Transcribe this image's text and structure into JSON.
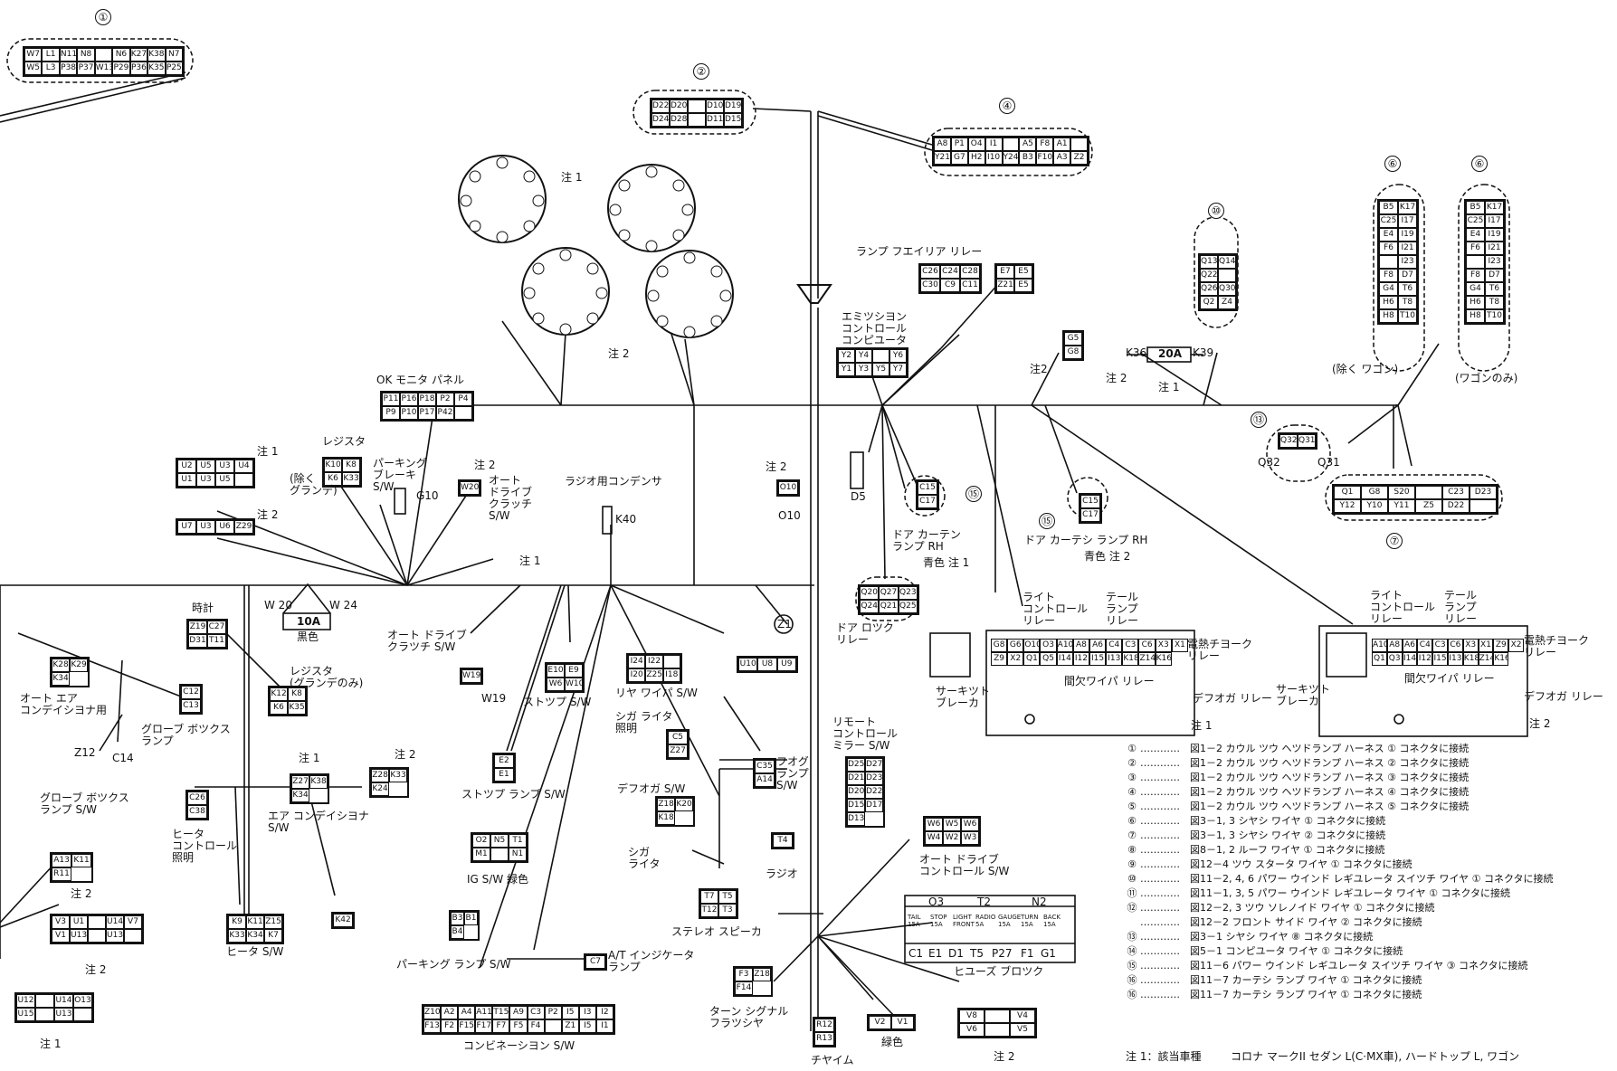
{
  "callouts": {
    "c1": "①",
    "c2": "②",
    "c4": "④",
    "c6a": "⑥",
    "c6b": "⑥",
    "c7": "⑦",
    "c10": "⑩",
    "c13": "⑬",
    "c15a": "⑮",
    "c15b": "⑮"
  },
  "connectors": {
    "conn1": [
      "W7",
      "L1",
      "N11",
      "N8",
      "",
      "N6",
      "K27",
      "K38",
      "N7",
      "W5",
      "L3",
      "P38",
      "P37",
      "W13",
      "P29",
      "P36",
      "K35",
      "P25"
    ],
    "conn2": [
      "D22",
      "D20",
      "",
      "D10",
      "D19",
      "D24",
      "D28",
      "",
      "D11",
      "D15"
    ],
    "conn4": [
      "A8",
      "P1",
      "O4",
      "I1",
      "",
      "A5",
      "F8",
      "A1",
      "",
      "Y21",
      "G7",
      "H2",
      "I10",
      "Y24",
      "B3",
      "F10",
      "A3",
      "Z2"
    ],
    "conn6a": [
      "B5",
      "K17",
      "C25",
      "I17",
      "E4",
      "I19",
      "F6",
      "I21",
      "",
      "I23",
      "F8",
      "D7",
      "G4",
      "T6",
      "H6",
      "T8",
      "H8",
      "T10"
    ],
    "conn6b": [
      "B5",
      "K17",
      "C25",
      "I17",
      "E4",
      "I19",
      "F6",
      "I21",
      "",
      "I23",
      "F8",
      "D7",
      "G4",
      "T6",
      "H6",
      "T8",
      "H8",
      "T10"
    ],
    "conn10": [
      "Q13",
      "Q14",
      "Q22",
      "",
      "Q26",
      "Q30",
      "Q2",
      "Z4"
    ],
    "conn7": [
      "Q1",
      "G8",
      "S20",
      "",
      "C23",
      "D23",
      "Y12",
      "Y10",
      "Y11",
      "Z5",
      "D22",
      ""
    ],
    "ok_panel": [
      "P11",
      "P16",
      "P18",
      "P2",
      "P4",
      "P9",
      "P10",
      "P17",
      "P42",
      ""
    ],
    "lamp_failure": [
      "C26",
      "C24",
      "C28",
      "C30",
      "C9",
      "C11"
    ],
    "lamp_failure2": [
      "E7",
      "E5",
      "Z21",
      "E5"
    ],
    "emission": [
      "Y2",
      "Y4",
      "",
      "Y6",
      "Y1",
      "Y3",
      "Y5",
      "Y7"
    ],
    "left_a": [
      "U2",
      "U5",
      "U3",
      "U4",
      "U1",
      "U3",
      "U5",
      ""
    ],
    "left_b": [
      "U7",
      "U3",
      "U6",
      "Z29"
    ],
    "register": [
      "K10",
      "K8",
      "K6",
      "K33"
    ],
    "clock": [
      "Z19",
      "C27",
      "D31",
      "T11"
    ],
    "k28": [
      "K28",
      "K29",
      "K34"
    ],
    "c12": [
      "C12",
      "C13"
    ],
    "register2": [
      "K12",
      "K8",
      "K6",
      "K35"
    ],
    "a13": [
      "A13",
      "K11",
      "R11"
    ],
    "v3": [
      "V3",
      "U1",
      "",
      "U14",
      "V7",
      "V1",
      "U13",
      "",
      "U13",
      ""
    ],
    "u12": [
      "U12",
      "",
      "U14",
      "O13",
      "U15",
      "",
      "U13",
      ""
    ],
    "ac": [
      "Z27",
      "K38",
      "K34"
    ],
    "z28": [
      "Z28",
      "K33",
      "K24"
    ],
    "heater": [
      "C26",
      "C38"
    ],
    "heater_sw": [
      "K9",
      "K11",
      "Z15",
      "K33",
      "K34",
      "K7"
    ],
    "k42": [
      "K42"
    ],
    "w19": [
      "W19"
    ],
    "stop_sw": [
      "E10",
      "E9",
      "W6",
      "W10"
    ],
    "stop_lamp": [
      "E2",
      "E1"
    ],
    "ig_sw": [
      "O2",
      "N5",
      "T1",
      "M1",
      "",
      "N1"
    ],
    "park_lamp": [
      "B3",
      "B1",
      "B4"
    ],
    "combination": [
      "Z10",
      "A2",
      "A4",
      "A11",
      "T15",
      "A9",
      "C3",
      "P2",
      "I5",
      "I3",
      "I2",
      "F13",
      "F2",
      "F15",
      "F17",
      "F7",
      "F5",
      "F4",
      "",
      "Z1",
      "I5",
      "I1"
    ],
    "rear_wiper": [
      "I24",
      "I22",
      "",
      "I20",
      "Z25",
      "I18"
    ],
    "u10": [
      "U10",
      "U8",
      "U9"
    ],
    "c5": [
      "C5",
      "Z27"
    ],
    "defog_sw": [
      "Z18",
      "K20",
      "K18"
    ],
    "fog_sw": [
      "C35",
      "A14"
    ],
    "t4": [
      "T4"
    ],
    "speaker": [
      "T7",
      "T5",
      "T12",
      "T3"
    ],
    "c7b": [
      "C7"
    ],
    "turn_sig": [
      "F3",
      "Z18",
      "F14"
    ],
    "chime": [
      "R12",
      "R13"
    ],
    "green": [
      "V2",
      "V1"
    ],
    "v8": [
      "V8",
      "",
      "V4",
      "V6",
      "",
      "V5"
    ],
    "mirror": [
      "D25",
      "D27",
      "D21",
      "D23",
      "D20",
      "D22",
      "D15",
      "D17",
      "D13"
    ],
    "overdrive_ctl": [
      "W6",
      "W5",
      "W6",
      "W4",
      "W2",
      "W3"
    ],
    "door_lock": [
      "Q20",
      "Q27",
      "Q23",
      "Q24",
      "Q21",
      "Q25"
    ],
    "c15a": [
      "C15",
      "C17"
    ],
    "c15b": [
      "C15",
      "C17"
    ],
    "g5": [
      "G5",
      "G8"
    ],
    "q31": [
      "Q32",
      "Q31"
    ],
    "o10": [
      "O10"
    ],
    "w20": [
      "W20"
    ]
  },
  "labels": {
    "note1_top": "注 1",
    "note2_mid": "注 2",
    "ok_monitor": "OK モニタ パネル",
    "lamp_failure_relay": "ランプ フエイリア リレー",
    "emission_ecu": "エミツシヨン\nコントロール\nコンピユータ",
    "k36": "K36",
    "fuse20a": "20A",
    "k39": "K39",
    "note2_a": "注 2",
    "note1_a": "注 1",
    "note2_b": "注2",
    "exc_wagon": "(除く ワゴン)",
    "wagon_only": "(ワゴンのみ)",
    "q32": "Q32",
    "q31": "Q31",
    "note1_l1": "注 1",
    "note2_l2": "注 2",
    "register": "レジスタ",
    "exc_grande": "(除く\nグランデ)",
    "parking_brake": "パーキング\nブレーキ\nS/W",
    "g10": "G10",
    "note2_od": "注 2",
    "overdrive_clutch": "オート\nドライブ\nクラッチ\nS/W",
    "note1_w": "注 1",
    "radio_cond": "ラジオ用コンデンサ",
    "k40": "K40",
    "note2_relay": "注 2",
    "o10_lbl": "O10",
    "d5": "D5",
    "door_courtesy_rh": "ドア カーテン\nランプ RH",
    "blue_note1": "青色 注 1",
    "door_courtesy_rh2": "ドア カーテシ ランプ RH",
    "blue_note2": "青色 注 2",
    "door_lock_relay": "ドア ロツク\nリレー",
    "w20": "W 20",
    "w24": "W 24",
    "fuse10a": "10A",
    "black": "黒色",
    "z1": "Z1",
    "clock": "時計",
    "register_grande": "レジスタ\n(グランデのみ)",
    "auto_ac": "オート エア\nコンデイシヨナ用",
    "glovebox_lamp": "グローブ ボツクス\nランプ",
    "z12": "Z12",
    "c14": "C14",
    "glovebox_sw": "グローブ ボツクス\nランプ S/W",
    "od_clutch_sw": "オート ドライブ\nクラツチ S/W",
    "w19": "W19",
    "stop_sw": "ストツプ S/W",
    "rear_wiper": "リヤ ワイパ S/W",
    "cigar_light": "シガ ライタ\n照明",
    "defog_sw": "デフオガ S/W",
    "fog_lamp_sw": "フオグ\nランプ\nS/W",
    "cigar_lighter": "シガ\nライタ",
    "radio": "ラジオ",
    "stereo_speaker": "ステレオ スピーカ",
    "note1_ac": "注 1",
    "note2_ac": "注 2",
    "heater_ctrl_light": "ヒータ\nコントロール\n照明",
    "aircon_sw": "エア コンデイシヨナ\nS/W",
    "stop_lamp_sw": "ストツプ ランプ S/W",
    "ig_sw": "IG S/W 緑色",
    "heater_sw": "ヒータ S/W",
    "parking_lamp_sw": "パーキング ランプ S/W",
    "at_indicator": "A/T インジケータ\nランプ",
    "combination_sw": "コンビネーシヨン S/W",
    "note2_k": "注 2",
    "note2_u": "注 2",
    "note1_u": "注 1",
    "remote_mirror": "リモート\nコントロール\nミラー S/W",
    "od_control_sw": "オート ドライブ\nコントロール S/W",
    "turn_flasher": "ターン シグナル\nフラツシヤ",
    "chime": "チヤイム",
    "green": "緑色",
    "note2_v": "注 2",
    "fuse_block": "ヒユーズ ブロツク",
    "fuse_o3": "O3",
    "fuse_t2": "T2",
    "fuse_n2": "N2",
    "fuse_c1": "C1",
    "fuse_e1": "E1",
    "fuse_d1": "D1",
    "fuse_t5": "T5",
    "fuse_p27": "P27",
    "fuse_f1": "F1",
    "fuse_g1": "G1",
    "fuse_tail": "TAIL\n15A",
    "fuse_stop": "STOP\n15A",
    "fuse_light": "LIGHT\nFRONT",
    "fuse_radio": "RADIO\n5A",
    "fuse_gauge": "GAUGE\n15A",
    "fuse_turn": "TURN\n15A",
    "fuse_back": "BACK\n15A",
    "light_ctrl_relay_l": "ライト\nコントロール\nリレー",
    "tail_lamp_relay_l": "テール\nランプ\nリレー",
    "heat_choke_l": "電熱チヨーク\nリレー",
    "intermittent_l": "間欠ワイパ リレー",
    "defog_relay_l": "デフオガ リレー",
    "circuit_breaker_l": "サーキツト\nブレーカ",
    "note1_relay": "注 1",
    "light_ctrl_relay_r": "ライト\nコントロール\nリレー",
    "tail_lamp_relay_r": "テール\nランプ\nリレー",
    "heat_choke_r": "電熱チヨーク\nリレー",
    "intermittent_r": "間欠ワイパ リレー",
    "defog_relay_r": "デフオガ リレー",
    "circuit_breaker_r": "サーキツト\nブレーカ",
    "note2_relay2": "注 2",
    "relay_l_pins": [
      "G8",
      "G6",
      "O10",
      "O3",
      "A10",
      "A8",
      "A6",
      "C4",
      "C3",
      "C6",
      "X3",
      "X1",
      "Z9",
      "X2",
      "Q1",
      "Q5",
      "I14",
      "I12",
      "I15",
      "I13",
      "K18",
      "Z14",
      "K16"
    ],
    "relay_r_pins": [
      "A10",
      "A8",
      "A6",
      "C4",
      "C3",
      "C6",
      "X3",
      "X1",
      "Z9",
      "X2",
      "Q1",
      "Q3",
      "I14",
      "I12",
      "I15",
      "I13",
      "K18",
      "Z14",
      "K16"
    ]
  },
  "legend": {
    "rows": [
      {
        "k": "①",
        "t": "図1－2 カウル ツウ ヘツドランプ ハーネス ① コネクタに接続"
      },
      {
        "k": "②",
        "t": "図1－2 カウル ツウ ヘツドランプ ハーネス ② コネクタに接続"
      },
      {
        "k": "③",
        "t": "図1－2 カウル ツウ ヘツドランプ ハーネス ③ コネクタに接続"
      },
      {
        "k": "④",
        "t": "図1－2 カウル ツウ ヘツドランプ ハーネス ④ コネクタに接続"
      },
      {
        "k": "⑤",
        "t": "図1－2 カウル ツウ ヘツドランプ ハーネス ⑤ コネクタに接続"
      },
      {
        "k": "⑥",
        "t": "図3－1, 3 シヤシ ワイヤ ① コネクタに接続"
      },
      {
        "k": "⑦",
        "t": "図3－1, 3 シヤシ ワイヤ ② コネクタに接続"
      },
      {
        "k": "⑧",
        "t": "図8－1, 2 ルーフ ワイヤ ① コネクタに接続"
      },
      {
        "k": "⑨",
        "t": "図12－4 ツウ スタータ ワイヤ ① コネクタに接続"
      },
      {
        "k": "⑩",
        "t": "図11－2, 4, 6 パワー ウインド レギユレータ スイツチ ワイヤ ① コネクタに接続"
      },
      {
        "k": "⑪",
        "t": "図11－1, 3, 5 パワー ウインド レギユレータ ワイヤ ① コネクタに接続"
      },
      {
        "k": "⑫",
        "t": "図12－2, 3 ツウ ソレノイド ワイヤ ① コネクタに接続"
      },
      {
        "k": "",
        "t": "図12－2 フロント サイド ワイヤ ② コネクタに接続"
      },
      {
        "k": "⑬",
        "t": "図3－1 シヤシ ワイヤ ⑧ コネクタに接続"
      },
      {
        "k": "⑭",
        "t": "図5－1 コンピユータ ワイヤ ① コネクタに接続"
      },
      {
        "k": "⑮",
        "t": "図11－6 パワー ウインド レギユレータ スイツチ ワイヤ ③ コネクタに接続"
      },
      {
        "k": "⑯",
        "t": "図11－7 カーテシ ランプ ワイヤ ① コネクタに接続"
      },
      {
        "k": "⑯",
        "t": "図11－7 カーテシ ランプ ワイヤ ① コネクタに接続"
      }
    ],
    "dots": "…………",
    "note_prefix": "注 1：該当車種",
    "note_text": "コロナ マークII セダン L(C·MX車), ハードトップ L, ワゴン"
  }
}
